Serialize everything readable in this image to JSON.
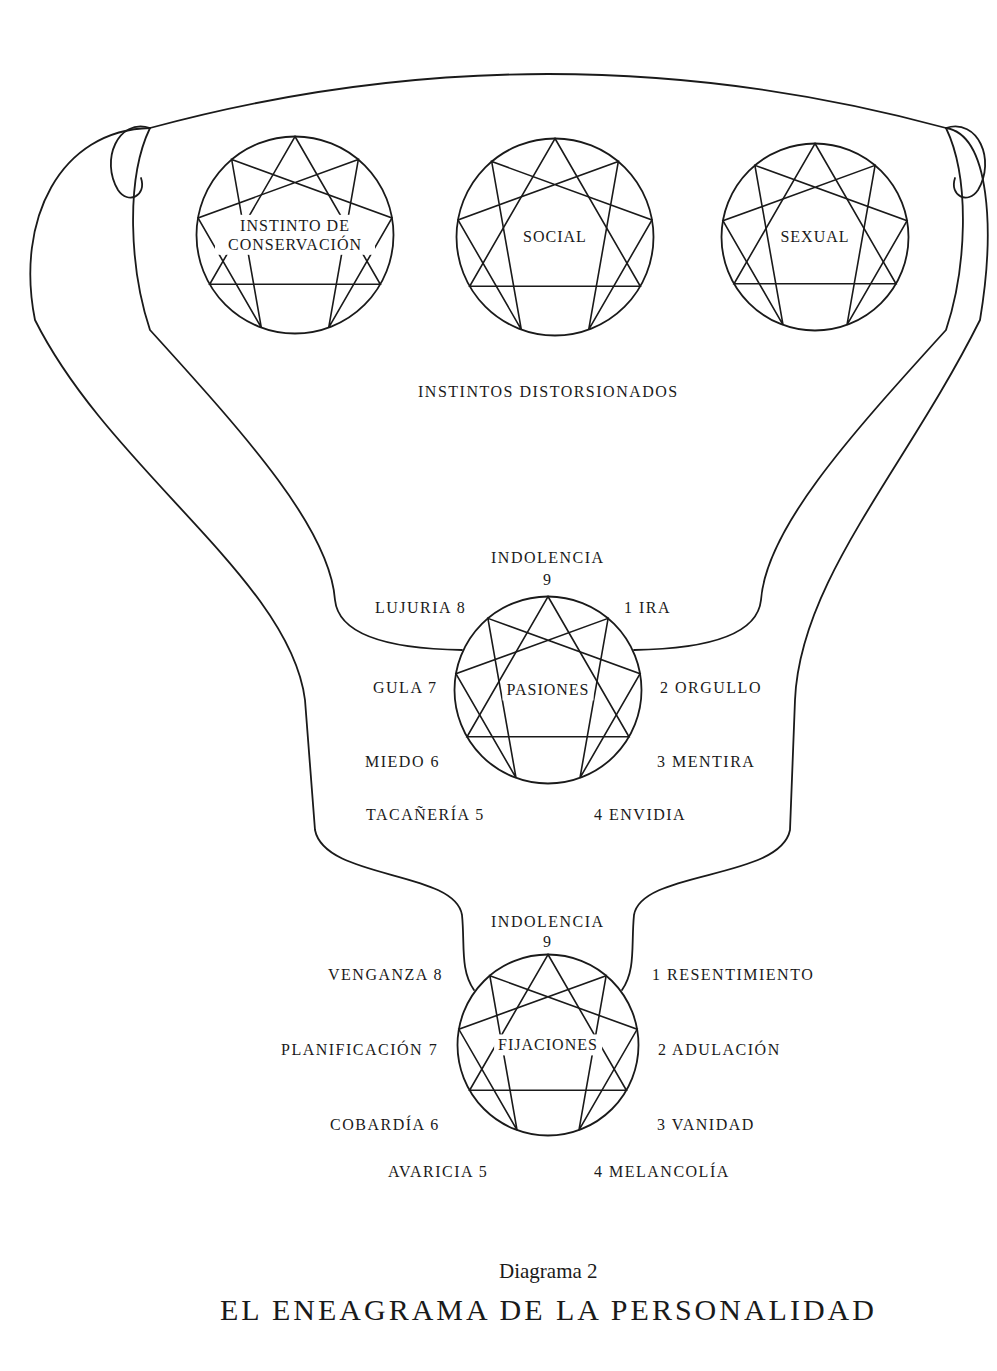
{
  "diagram": {
    "title": "EL ENEAGRAMA DE LA PERSONALIDAD",
    "caption": "Diagrama 2",
    "nodes": [
      {
        "text": [
          "INSTINTO DE CONSERVACIÓN"
        ]
      },
      {
        "text": [
          "SOCIAL"
        ]
      },
      {
        "text": [
          "SEXUAL"
        ]
      },
      {
        "text": [
          "PASIONES"
        ]
      },
      {
        "text": [
          "FIJACIONES"
        ]
      }
    ],
    "labels": [
      "INSTINTOS DISTORSIONADOS",
      "INDOLENCIA",
      "9",
      "LUJURIA 8",
      "1 IRA",
      "GULA 7",
      "2 ORGULLO",
      "MIEDO 6",
      "3 MENTIRA",
      "TACAÑERÍA 5",
      "4 ENVIDIA",
      "INDOLENCIA",
      "9",
      "VENGANZA 8",
      "1 RESENTIMIENTO",
      "PLANIFICACIÓN 7",
      "2 ADULACIÓN",
      "COBARDÍA 6",
      "3 VANIDAD",
      "AVARICIA 5",
      "4 MELANCOLÍA"
    ]
  }
}
